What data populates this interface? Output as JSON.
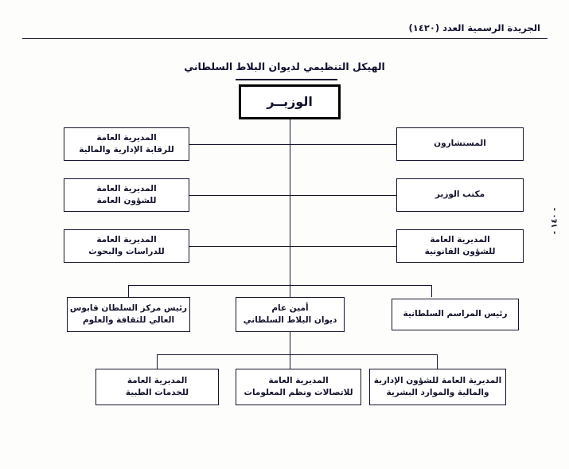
{
  "header": {
    "running_head": "الجريدة الرسمية العدد (١٤٢٠)",
    "page_number": "- ١٤٠ -"
  },
  "chart": {
    "title": "الهيكل التنظيمي لديوان البلاط السلطاني",
    "root": {
      "label": "الوزيــر"
    },
    "left_column": [
      {
        "line1": "المديرية العامة",
        "line2": "للرقابة الإدارية والمالية"
      },
      {
        "line1": "المديرية العامة",
        "line2": "للشؤون العامة"
      },
      {
        "line1": "المديرية العامة",
        "line2": "للدراسات والبحوث"
      }
    ],
    "right_column": [
      {
        "line1": "المستشارون",
        "line2": ""
      },
      {
        "line1": "مكتب الوزير",
        "line2": ""
      },
      {
        "line1": "المديرية العامة",
        "line2": "للشؤون القانونية"
      }
    ],
    "second_tier": [
      {
        "line1": "رئيس مركز السلطان قابوس",
        "line2": "العالي للثقافة والعلوم"
      },
      {
        "line1": "أمين عام",
        "line2": "ديوان البلاط السلطاني"
      },
      {
        "line1": "رئيس المراسم السلطانية",
        "line2": ""
      }
    ],
    "third_tier": [
      {
        "line1": "المديرية العامة",
        "line2": "للخدمات الطبية"
      },
      {
        "line1": "المديرية العامة",
        "line2": "للاتصالات ونظم المعلومات"
      },
      {
        "line1": "المديرية العامة للشؤون الإدارية",
        "line2": "والمالية والموارد البشرية"
      }
    ]
  }
}
